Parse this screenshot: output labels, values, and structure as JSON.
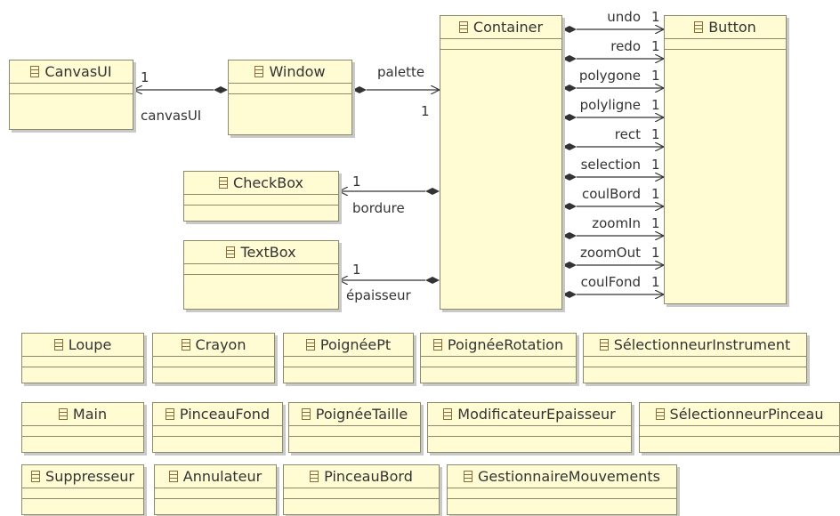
{
  "classes": {
    "canvasui": "CanvasUI",
    "window": "Window",
    "container": "Container",
    "button": "Button",
    "checkbox": "CheckBox",
    "textbox": "TextBox",
    "loupe": "Loupe",
    "crayon": "Crayon",
    "poigneept": "PoignéePt",
    "poigneerotation": "PoignéeRotation",
    "selectionneurinstrument": "SélectionneurInstrument",
    "main": "Main",
    "pinceaufond": "PinceauFond",
    "poigneetaille": "PoignéeTaille",
    "modificateurepaisseur": "ModificateurEpaisseur",
    "selectionneurpinceau": "SélectionneurPinceau",
    "suppresseur": "Suppresseur",
    "annulateur": "Annulateur",
    "pinceaubord": "PinceauBord",
    "gestionnairemouvements": "GestionnaireMouvements"
  },
  "associations": {
    "canvasui": {
      "role": "canvasUI",
      "mult": "1"
    },
    "palette": {
      "role": "palette",
      "mult": "1"
    },
    "bordure": {
      "role": "bordure",
      "mult": "1"
    },
    "epaisseur": {
      "role": "épaisseur",
      "mult": "1"
    },
    "button_roles": [
      {
        "role": "undo",
        "mult": "1"
      },
      {
        "role": "redo",
        "mult": "1"
      },
      {
        "role": "polygone",
        "mult": "1"
      },
      {
        "role": "polyligne",
        "mult": "1"
      },
      {
        "role": "rect",
        "mult": "1"
      },
      {
        "role": "selection",
        "mult": "1"
      },
      {
        "role": "coulBord",
        "mult": "1"
      },
      {
        "role": "zoomIn",
        "mult": "1"
      },
      {
        "role": "zoomOut",
        "mult": "1"
      },
      {
        "role": "coulFond",
        "mult": "1"
      }
    ]
  },
  "colors": {
    "fill": "#fffbd3",
    "border": "#8c8a6c",
    "line": "#333333"
  }
}
